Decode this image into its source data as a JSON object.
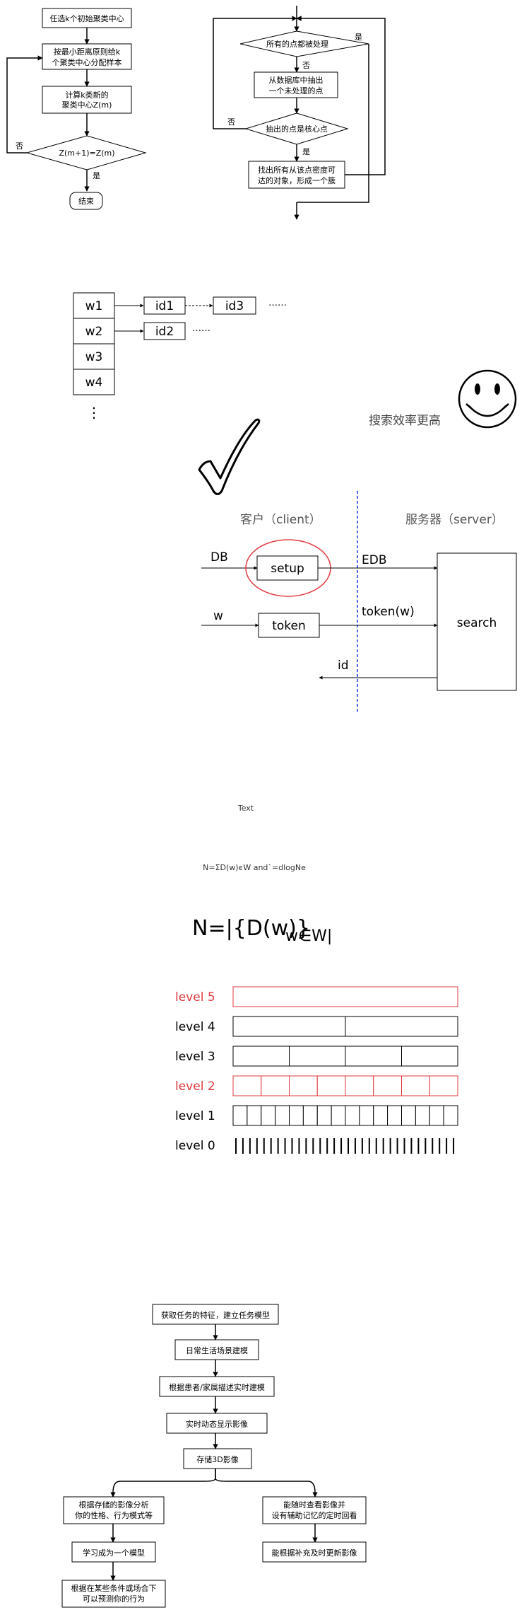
{
  "kmeans": {
    "init": "任选k个初始聚类中心",
    "assign_1": "按最小距离原则给k",
    "assign_2": "个聚类中心分配样本",
    "compute_1": "计算k类新的",
    "compute_2": "聚类中心Z(m)",
    "cond": "Z(m+1)=Z(m)",
    "no": "否",
    "yes": "是",
    "end": "结束"
  },
  "dbscan": {
    "cond_all": "所有的点都被处理",
    "yes": "是",
    "no": "否",
    "extract_1": "从数据库中抽出",
    "extract_2": "一个未处理的点",
    "cond_core": "抽出的点是核心点",
    "no_core": "否",
    "yes_core": "是",
    "find_1": "找出所有从该点密度可",
    "find_2": "达的对象，形成一个簇"
  },
  "index": {
    "words": [
      "w1",
      "w2",
      "w3",
      "w4"
    ],
    "row1_ids": [
      "id1",
      "id3"
    ],
    "row2_ids": [
      "id2"
    ],
    "ellipsis": "……",
    "vdots": "⋮",
    "efficiency": "搜索效率更高"
  },
  "sse": {
    "client": "客户（client）",
    "server": "服务器（server）",
    "db": "DB",
    "setup": "setup",
    "edb": "EDB",
    "w": "w",
    "token": "token",
    "token_w": "token(w)",
    "search": "search",
    "id": "id"
  },
  "misc": {
    "text": "Text",
    "formula_raw": "N=ƩD(w)ϵW and`=dlogNe",
    "formula_big": "N=|{D(w)}"
  },
  "levels": {
    "labels": [
      "level 5",
      "level 4",
      "level 3",
      "level 2",
      "level 1",
      "level 0"
    ],
    "segments": [
      1,
      2,
      4,
      8,
      16,
      64
    ],
    "highlight": [
      "#e0393e",
      "#000000",
      "#000000",
      "#e0393e",
      "#000000",
      "#000000"
    ]
  },
  "task_flow": {
    "s1": "获取任务的特征，建立任务模型",
    "s2": "日常生活场景建模",
    "s3": "根据患者/家属描述实时建模",
    "s4": "实时动态显示影像",
    "s5": "存储3D影像",
    "left1_1": "根据存储的影像分析",
    "left1_2": "你的性格、行为模式等",
    "left2": "学习成为一个模型",
    "left3_1": "根据在某些条件或场合下",
    "left3_2": "可以预测你的行为",
    "right1_1": "能随时查看影像并",
    "right1_2": "设有辅助记忆的定时回看",
    "right2": "能根据补充及时更新影像"
  }
}
